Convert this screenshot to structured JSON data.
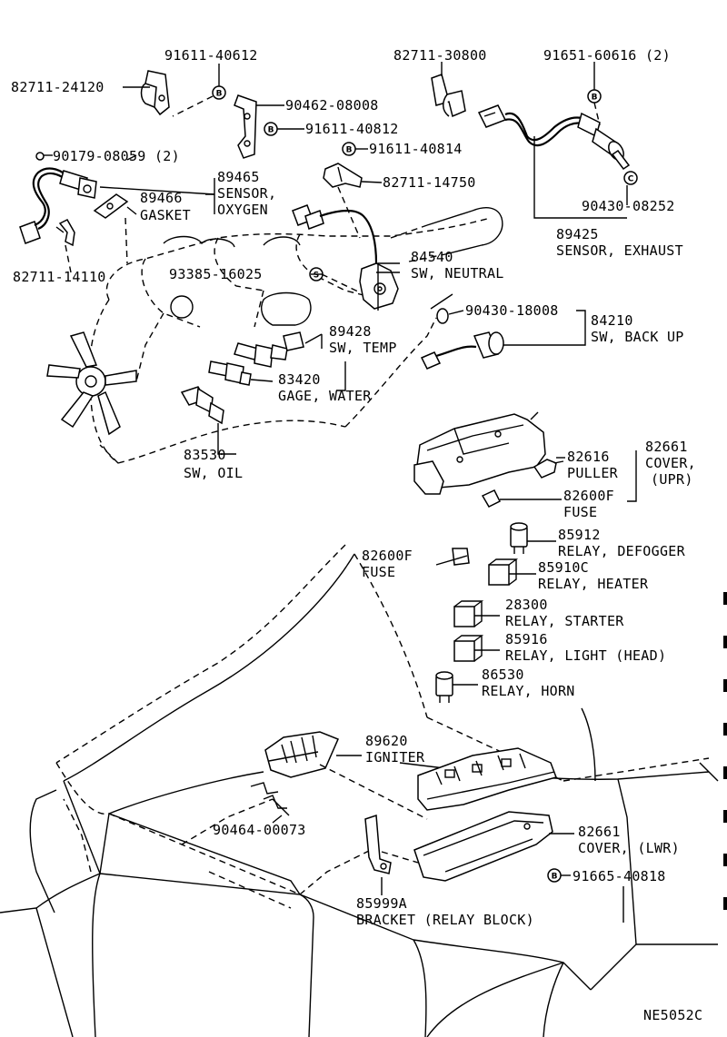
{
  "diagram_id": "NE5052C",
  "labels": [
    {
      "id": "l1",
      "text": "91611-40612"
    },
    {
      "id": "l2",
      "text": "82711-24120"
    },
    {
      "id": "l3",
      "text": "90462-08008"
    },
    {
      "id": "l4",
      "text": "91611-40812"
    },
    {
      "id": "l5",
      "text": "82711-30800"
    },
    {
      "id": "l6",
      "text": "91651-60616 (2)"
    },
    {
      "id": "l7",
      "text": "90179-08059 (2)"
    },
    {
      "id": "l8",
      "text": "89465"
    },
    {
      "id": "l9",
      "text": "SENSOR,"
    },
    {
      "id": "l10",
      "text": "OXYGEN"
    },
    {
      "id": "l11",
      "text": "89466"
    },
    {
      "id": "l12",
      "text": "GASKET"
    },
    {
      "id": "l13",
      "text": "91611-40814"
    },
    {
      "id": "l14",
      "text": "82711-14750"
    },
    {
      "id": "l15",
      "text": "90430-08252"
    },
    {
      "id": "l16",
      "text": "89425"
    },
    {
      "id": "l17",
      "text": "SENSOR, EXHAUST"
    },
    {
      "id": "l18",
      "text": "82711-14110"
    },
    {
      "id": "l19",
      "text": "84540"
    },
    {
      "id": "l20",
      "text": "SW, NEUTRAL"
    },
    {
      "id": "l21",
      "text": "93385-16025"
    },
    {
      "id": "l22",
      "text": "90430-18008"
    },
    {
      "id": "l23",
      "text": "84210"
    },
    {
      "id": "l24",
      "text": "SW, BACK UP"
    },
    {
      "id": "l25",
      "text": "89428"
    },
    {
      "id": "l26",
      "text": "SW, TEMP"
    },
    {
      "id": "l27",
      "text": "83420"
    },
    {
      "id": "l28",
      "text": "GAGE, WATER"
    },
    {
      "id": "l29",
      "text": "83530"
    },
    {
      "id": "l30",
      "text": "SW, OIL"
    },
    {
      "id": "l31",
      "text": "82616"
    },
    {
      "id": "l32",
      "text": "PULLER"
    },
    {
      "id": "l33",
      "text": "82661"
    },
    {
      "id": "l34",
      "text": "COVER,"
    },
    {
      "id": "l35",
      "text": "(UPR)"
    },
    {
      "id": "l36",
      "text": "82600F"
    },
    {
      "id": "l37",
      "text": "FUSE"
    },
    {
      "id": "l38",
      "text": "85912"
    },
    {
      "id": "l39",
      "text": "RELAY, DEFOGGER"
    },
    {
      "id": "l40",
      "text": "82600F"
    },
    {
      "id": "l41",
      "text": "FUSE"
    },
    {
      "id": "l42",
      "text": "85910C"
    },
    {
      "id": "l43",
      "text": "RELAY, HEATER"
    },
    {
      "id": "l44",
      "text": "28300"
    },
    {
      "id": "l45",
      "text": "RELAY, STARTER"
    },
    {
      "id": "l46",
      "text": "85916"
    },
    {
      "id": "l47",
      "text": "RELAY, LIGHT (HEAD)"
    },
    {
      "id": "l48",
      "text": "86530"
    },
    {
      "id": "l49",
      "text": "RELAY, HORN"
    },
    {
      "id": "l50",
      "text": "89620"
    },
    {
      "id": "l51",
      "text": "IGNITER"
    },
    {
      "id": "l52",
      "text": "82661"
    },
    {
      "id": "l53",
      "text": "COVER, (LWR)"
    },
    {
      "id": "l54",
      "text": "90464-00073"
    },
    {
      "id": "l55",
      "text": "91665-40818"
    },
    {
      "id": "l56",
      "text": "85999A"
    },
    {
      "id": "l57",
      "text": "BRACKET (RELAY BLOCK)"
    }
  ],
  "markers": [
    {
      "id": "m1",
      "text": "B"
    },
    {
      "id": "m2",
      "text": "B"
    },
    {
      "id": "m3",
      "text": "B"
    },
    {
      "id": "m4",
      "text": "B"
    },
    {
      "id": "m5",
      "text": "C"
    },
    {
      "id": "m6",
      "text": "S"
    },
    {
      "id": "m7",
      "text": "B"
    }
  ]
}
